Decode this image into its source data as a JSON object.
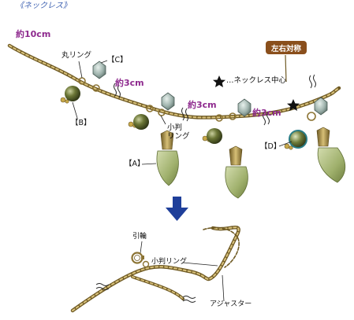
{
  "title": "《ネックレス》",
  "lengths": {
    "total": "約10cm",
    "seg1": "約3cm",
    "seg2": "約3cm",
    "seg3": "約3cm"
  },
  "symmetry_tag": "左右対称",
  "labels": {
    "maru_ring": "丸リング",
    "C": "【C】",
    "B": "【B】",
    "kohan_ring_top": "小判\nリング",
    "A": "【A】",
    "D": "【D】",
    "center_note": "…ネックレス中心",
    "hikiwa": "引輪",
    "kohan_ring_bottom": "小判リング",
    "adjuster": "アジャスター"
  },
  "colors": {
    "chain_gold": "#b69b4c",
    "chain_dark": "#6f5a24",
    "pearl_olive": "#4e5a2a",
    "leaf_green": "#a9b87a",
    "crystal_gray": "#9fb3ad",
    "arrow_blue": "#1f3f9a",
    "length_purple": "#8e2a8e",
    "tag_brown": "#8a4f1c"
  }
}
